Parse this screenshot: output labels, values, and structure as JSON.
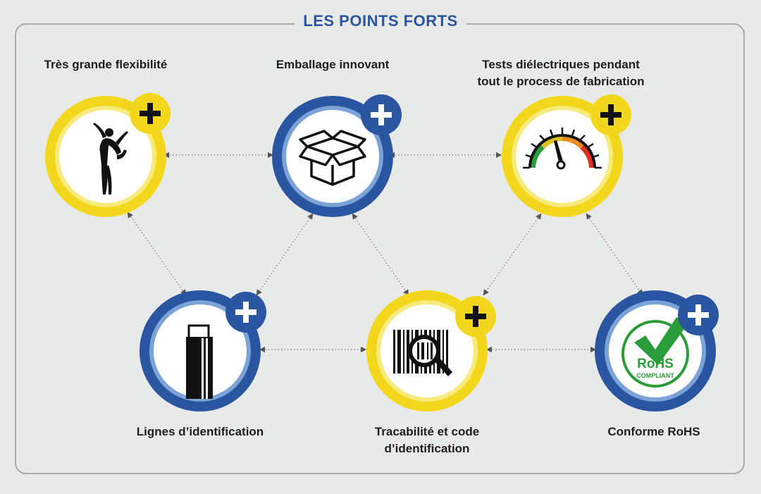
{
  "header": {
    "title": "LES POINTS FORTS"
  },
  "colors": {
    "yellow": "#f3d71c",
    "blue": "#2a55a0",
    "title_blue": "#2a55a0",
    "gauge_red": "#d9321f"
  },
  "features": [
    {
      "label": "Très grande flexibilité",
      "theme": "yellow",
      "icon": "gymnast-icon"
    },
    {
      "label": "Emballage innovant",
      "theme": "blue",
      "icon": "box-icon"
    },
    {
      "label": "Tests diélectriques pendant\ntout le process de fabrication",
      "theme": "yellow",
      "icon": "gauge-icon"
    },
    {
      "label": "Lignes d’identification",
      "theme": "blue",
      "icon": "cable-icon"
    },
    {
      "label": "Tracabilité et code\nd’identification",
      "theme": "yellow",
      "icon": "barcode-magnifier-icon"
    },
    {
      "label": "Conforme RoHS",
      "theme": "blue",
      "icon": "rohs-icon"
    }
  ],
  "rohs": {
    "text": "RoHS",
    "subtext": "COMPLIANT"
  },
  "plus_symbol": "+"
}
